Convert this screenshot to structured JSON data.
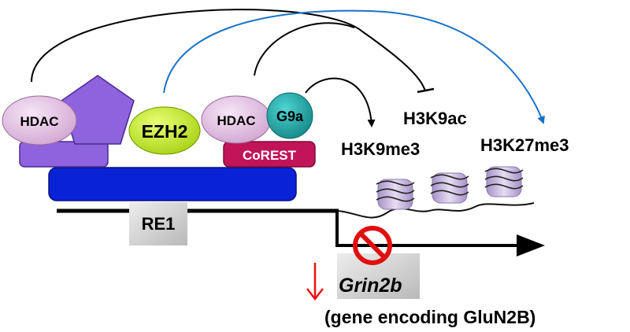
{
  "labels": {
    "hdac_left": "HDAC",
    "ezh2": "EZH2",
    "hdac_right": "HDAC",
    "g9a": "G9a",
    "corest": "CoREST",
    "re1": "RE1",
    "h3k9ac": "H3K9ac",
    "h3k9me3": "H3K9me3",
    "h3k27me3": "H3K27me3",
    "gene_name": "Grin2b",
    "gene_desc": "(gene encoding GluN2B)"
  },
  "colors": {
    "hdac": "#e3bde3",
    "pentagon": "#8f63dd",
    "scaffold_base": "#8f63dd",
    "dna_bar": "#0a22d6",
    "ezh2": "#bfe62a",
    "g9a": "#22a7a7",
    "corest": "#c21458",
    "label_box": "#cfcfcf",
    "blue_arrow": "#1a72c8",
    "down_arrow": "#ee1111",
    "no_sign": "#e01010",
    "nucleosome": "#c4b3dc"
  },
  "icons": {
    "repression": "no-entry-sign-icon",
    "decrease": "red-down-arrow-icon"
  }
}
